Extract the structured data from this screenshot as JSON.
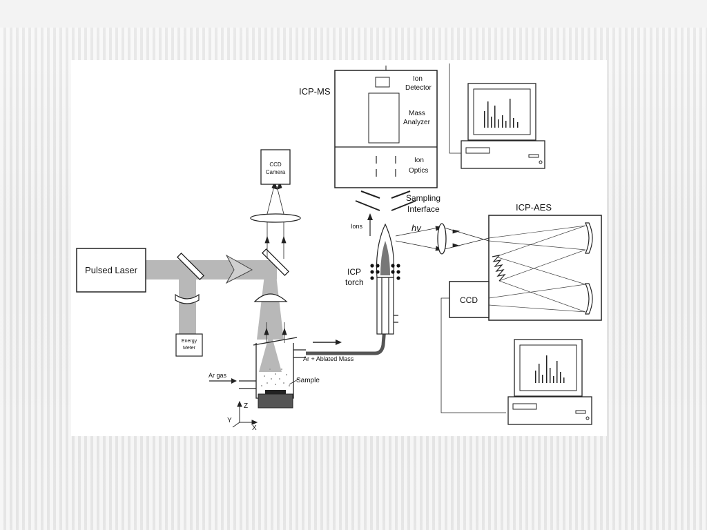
{
  "diagram": {
    "labels": {
      "pulsed_laser": "Pulsed Laser",
      "energy_meter_line1": "Energy",
      "energy_meter_line2": "Meter",
      "ccd_camera_line1": "CCD",
      "ccd_camera_line2": "Camera",
      "ar_gas": "Ar gas",
      "sample": "Sample",
      "ar_ablated_mass": "Ar + Ablated Mass",
      "axis_z": "Z",
      "axis_y": "Y",
      "axis_x": "X",
      "icp_ms": "ICP-MS",
      "ion_detector_line1": "Ion",
      "ion_detector_line2": "Detector",
      "mass_analyzer_line1": "Mass",
      "mass_analyzer_line2": "Analyzer",
      "ion_optics_line1": "Ion",
      "ion_optics_line2": "Optics",
      "sampling_interface_line1": "Sampling",
      "sampling_interface_line2": "Interface",
      "ions": "Ions",
      "icp_torch_line1": "ICP",
      "icp_torch_line2": "torch",
      "hv": "hv",
      "icp_aes": "ICP-AES",
      "ccd": "CCD"
    }
  },
  "colors": {
    "beam": "#b8b8b8",
    "line": "#222222",
    "panel": "#ffffff"
  }
}
